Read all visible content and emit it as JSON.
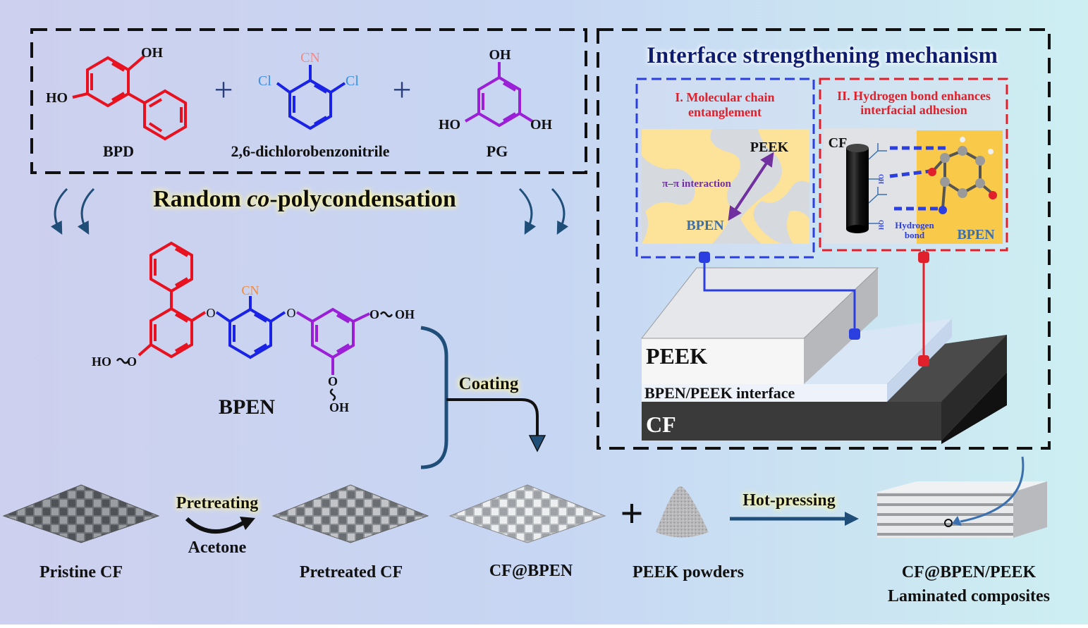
{
  "reactants": {
    "bpd": {
      "name": "BPD",
      "oh_top": "OH",
      "oh_left": "HO"
    },
    "dcbn": {
      "name": "2,6-dichlorobenzonitrile",
      "cn": "CN",
      "cl_left": "Cl",
      "cl_right": "Cl"
    },
    "pg": {
      "name": "PG",
      "oh_top": "OH",
      "oh_left": "HO",
      "oh_right": "OH"
    },
    "plus": "+"
  },
  "reaction_label": {
    "pre": "Random ",
    "italic": "co",
    "post": "-polycondensation"
  },
  "product": {
    "name": "BPEN",
    "cn": "CN",
    "o_left": "O",
    "o_right": "O",
    "end_left": "HO",
    "end_left_o": "O",
    "end_right_o": "O",
    "end_right": "OH",
    "end_bottom_o": "O",
    "end_bottom": "OH"
  },
  "coating_label": "Coating",
  "mechanism": {
    "title": "Interface strengthening mechanism",
    "panel1": {
      "title_line1": "I. Molecular chain",
      "title_line2": "entanglement",
      "peek": "PEEK",
      "interaction": "π–π interaction",
      "bpen": "BPEN"
    },
    "panel2": {
      "title_line1": "II. Hydrogen bond enhances",
      "title_line2": "interfacial adhesion",
      "cf": "CF",
      "hbond_line1": "Hydrogen",
      "hbond_line2": "bond",
      "bpen": "BPEN",
      "ho": "HO"
    },
    "layers": {
      "peek": "PEEK",
      "interface": "BPEN/PEEK interface",
      "cf": "CF"
    }
  },
  "process": {
    "pristine": "Pristine CF",
    "pretreating": "Pretreating",
    "acetone": "Acetone",
    "pretreated": "Pretreated CF",
    "cf_bpen": "CF@BPEN",
    "plus": "+",
    "peek_powders": "PEEK powders",
    "hot_pressing": "Hot-pressing",
    "final_line1": "CF@BPEN/PEEK",
    "final_line2": "Laminated composites"
  },
  "colors": {
    "bpd": "#e8111f",
    "dcbn": "#1a22e6",
    "pg": "#9a1fd6",
    "cn_accent": "#f08a3a",
    "label_glow": "#fff7a0",
    "arrow_blue": "#1f4e79",
    "panel_blue": "#2b3fe0",
    "panel_red": "#e0202a",
    "peek_region": "#fde39a"
  }
}
